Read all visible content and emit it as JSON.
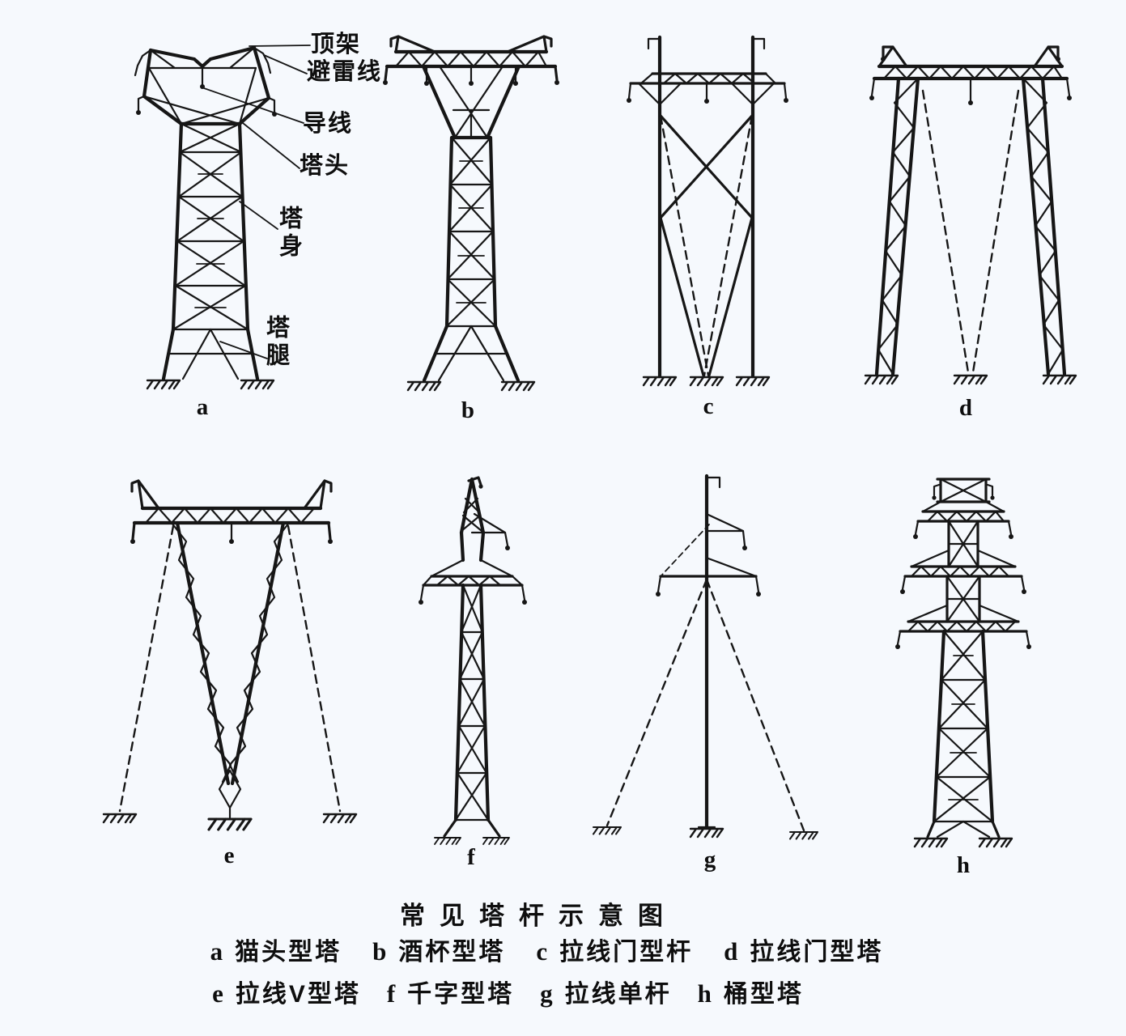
{
  "figure": {
    "background": "#f6f9fd",
    "ink_color": "#161616",
    "title": "常见塔杆示意图",
    "annotations": {
      "top_frame": "顶架",
      "lightning_wire": "避雷线",
      "conductor": "导线",
      "tower_head": "塔头",
      "tower_body": "塔身",
      "tower_legs": "塔腿"
    },
    "towers": [
      {
        "letter": "a",
        "name": "猫头型塔"
      },
      {
        "letter": "b",
        "name": "酒杯型塔"
      },
      {
        "letter": "c",
        "name": "拉线门型杆"
      },
      {
        "letter": "d",
        "name": "拉线门型塔"
      },
      {
        "letter": "e",
        "name": "拉线V型塔"
      },
      {
        "letter": "f",
        "name": "千字型塔"
      },
      {
        "letter": "g",
        "name": "拉线单杆"
      },
      {
        "letter": "h",
        "name": "桶型塔"
      }
    ]
  }
}
